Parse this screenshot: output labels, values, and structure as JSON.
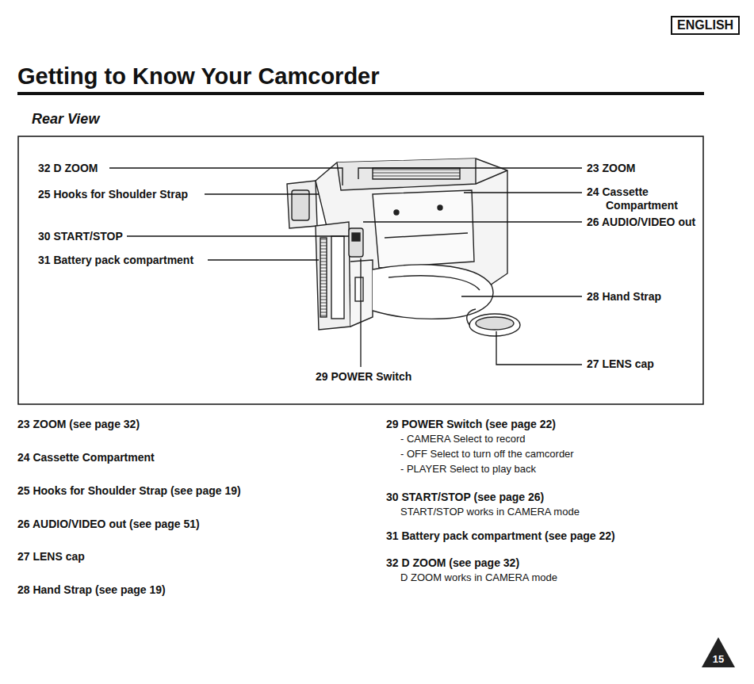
{
  "diagram": {
    "title": "Getting to Know Your Camcorder",
    "nodes": [
      {
        "text": [
          "ENGLISH"
        ]
      },
      {
        "text": [
          "15"
        ]
      }
    ],
    "labels": [
      "Rear View",
      "32 D ZOOM",
      "25 Hooks for Shoulder Strap",
      "30 START/STOP",
      "31 Battery pack compartment",
      "23 ZOOM",
      "24 Cassette Compartment",
      "26 AUDIO/VIDEO out",
      "28 Hand Strap",
      "27 LENS cap",
      "29 POWER Switch",
      "23 ZOOM (see page 32)",
      "24 Cassette Compartment",
      "25 Hooks for Shoulder Strap (see page 19)",
      "26 AUDIO/VIDEO out (see page 51)",
      "27 LENS cap",
      "28 Hand Strap (see page 19)",
      "29 POWER Switch (see page 22)",
      "- CAMERA Select to record",
      "- OFF Select to turn off the camcorder",
      "- PLAYER Select to play back",
      "30 START/STOP (see page 26)",
      "START/STOP works in CAMERA mode",
      "31 Battery pack compartment (see page 22)",
      "32 D ZOOM (see page 32)",
      "D ZOOM works in CAMERA mode"
    ]
  }
}
